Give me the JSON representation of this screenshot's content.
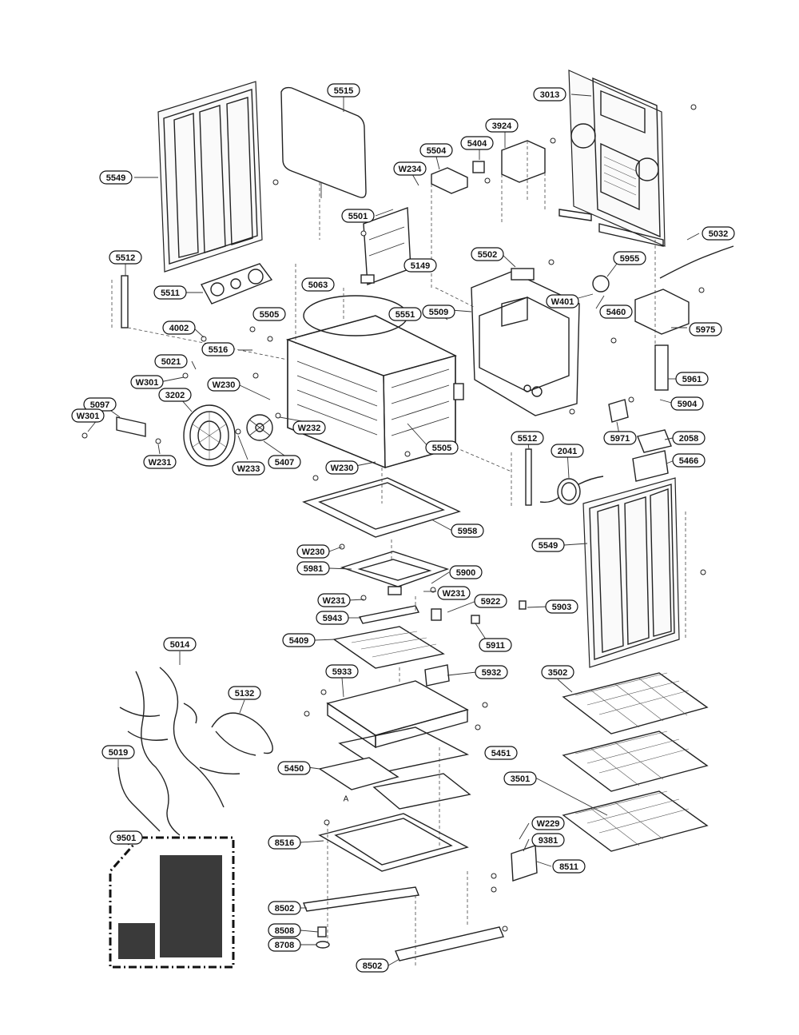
{
  "callouts": [
    {
      "id": "c-5515",
      "text": "5515"
    },
    {
      "id": "c-3013",
      "text": "3013"
    },
    {
      "id": "c-3924",
      "text": "3924"
    },
    {
      "id": "c-5504",
      "text": "5504"
    },
    {
      "id": "c-5404",
      "text": "5404"
    },
    {
      "id": "c-W234",
      "text": "W234"
    },
    {
      "id": "c-5549a",
      "text": "5549"
    },
    {
      "id": "c-5501",
      "text": "5501"
    },
    {
      "id": "c-5032",
      "text": "5032"
    },
    {
      "id": "c-5512a",
      "text": "5512"
    },
    {
      "id": "c-5149",
      "text": "5149"
    },
    {
      "id": "c-5502",
      "text": "5502"
    },
    {
      "id": "c-5955",
      "text": "5955"
    },
    {
      "id": "c-5511",
      "text": "5511"
    },
    {
      "id": "c-5063",
      "text": "5063"
    },
    {
      "id": "c-W401",
      "text": "W401"
    },
    {
      "id": "c-5551",
      "text": "5551"
    },
    {
      "id": "c-5509",
      "text": "5509"
    },
    {
      "id": "c-5460",
      "text": "5460"
    },
    {
      "id": "c-5505a",
      "text": "5505"
    },
    {
      "id": "c-4002",
      "text": "4002"
    },
    {
      "id": "c-5516",
      "text": "5516"
    },
    {
      "id": "c-5975",
      "text": "5975"
    },
    {
      "id": "c-5021",
      "text": "5021"
    },
    {
      "id": "c-5961",
      "text": "5961"
    },
    {
      "id": "c-W301a",
      "text": "W301"
    },
    {
      "id": "c-W230a",
      "text": "W230"
    },
    {
      "id": "c-3202",
      "text": "3202"
    },
    {
      "id": "c-5904",
      "text": "5904"
    },
    {
      "id": "c-5097",
      "text": "5097"
    },
    {
      "id": "c-W301b",
      "text": "W301"
    },
    {
      "id": "c-W232",
      "text": "W232"
    },
    {
      "id": "c-5971",
      "text": "5971"
    },
    {
      "id": "c-2058",
      "text": "2058"
    },
    {
      "id": "c-5512b",
      "text": "5512"
    },
    {
      "id": "c-W231a",
      "text": "W231"
    },
    {
      "id": "c-W233",
      "text": "W233"
    },
    {
      "id": "c-5407",
      "text": "5407"
    },
    {
      "id": "c-5505b",
      "text": "5505"
    },
    {
      "id": "c-2041",
      "text": "2041"
    },
    {
      "id": "c-5466",
      "text": "5466"
    },
    {
      "id": "c-W230b",
      "text": "W230"
    },
    {
      "id": "c-5958",
      "text": "5958"
    },
    {
      "id": "c-5549b",
      "text": "5549"
    },
    {
      "id": "c-W230c",
      "text": "W230"
    },
    {
      "id": "c-5981",
      "text": "5981"
    },
    {
      "id": "c-5900",
      "text": "5900"
    },
    {
      "id": "c-W231b",
      "text": "W231"
    },
    {
      "id": "c-W231c",
      "text": "W231"
    },
    {
      "id": "c-5922",
      "text": "5922"
    },
    {
      "id": "c-5943",
      "text": "5943"
    },
    {
      "id": "c-5903",
      "text": "5903"
    },
    {
      "id": "c-5409",
      "text": "5409"
    },
    {
      "id": "c-5911",
      "text": "5911"
    },
    {
      "id": "c-5014",
      "text": "5014"
    },
    {
      "id": "c-5933",
      "text": "5933"
    },
    {
      "id": "c-5932",
      "text": "5932"
    },
    {
      "id": "c-3502",
      "text": "3502"
    },
    {
      "id": "c-5132",
      "text": "5132"
    },
    {
      "id": "c-5019",
      "text": "5019"
    },
    {
      "id": "c-5451",
      "text": "5451"
    },
    {
      "id": "c-5450",
      "text": "5450"
    },
    {
      "id": "c-3501",
      "text": "3501"
    },
    {
      "id": "c-9501",
      "text": "9501"
    },
    {
      "id": "c-W229",
      "text": "W229"
    },
    {
      "id": "c-8516",
      "text": "8516"
    },
    {
      "id": "c-9381",
      "text": "9381"
    },
    {
      "id": "c-8511",
      "text": "8511"
    },
    {
      "id": "c-8502a",
      "text": "8502"
    },
    {
      "id": "c-8508",
      "text": "8508"
    },
    {
      "id": "c-8708",
      "text": "8708"
    },
    {
      "id": "c-8502b",
      "text": "8502"
    }
  ],
  "diagram_letter": "A"
}
